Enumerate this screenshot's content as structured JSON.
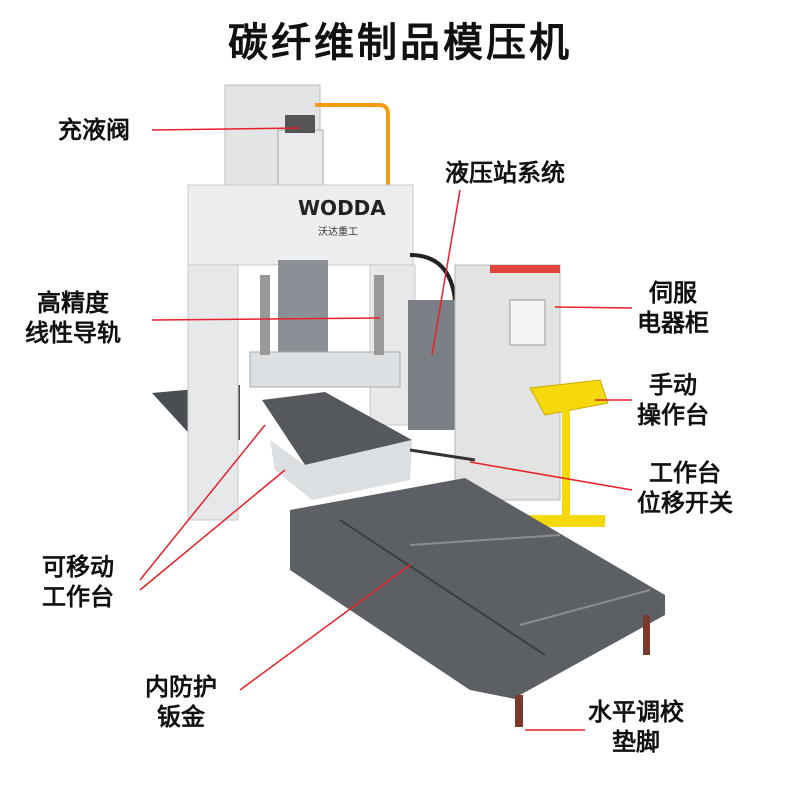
{
  "title": "碳纤维制品模压机",
  "logo": {
    "brand": "WODDA",
    "brand_cn": "沃达重工"
  },
  "colors": {
    "leader_line": "#e8202a",
    "frame": "#e4e6e8",
    "table": "#4e5256",
    "console": "#f5d90a"
  },
  "callouts": [
    {
      "id": "fill-valve",
      "lines": [
        "充液阀"
      ]
    },
    {
      "id": "hydraulic-station",
      "lines": [
        "液压站系统"
      ]
    },
    {
      "id": "linear-guide",
      "lines": [
        "高精度",
        "线性导轨"
      ]
    },
    {
      "id": "servo-cabinet",
      "lines": [
        "伺服",
        "电器柜"
      ]
    },
    {
      "id": "manual-console",
      "lines": [
        "手动",
        "操作台"
      ]
    },
    {
      "id": "table-switch",
      "lines": [
        "工作台",
        "位移开关"
      ]
    },
    {
      "id": "movable-table",
      "lines": [
        "可移动",
        "工作台"
      ]
    },
    {
      "id": "sheet-metal",
      "lines": [
        "内防护",
        "钣金"
      ]
    },
    {
      "id": "leveling-feet",
      "lines": [
        "水平调校",
        "垫脚"
      ]
    }
  ]
}
